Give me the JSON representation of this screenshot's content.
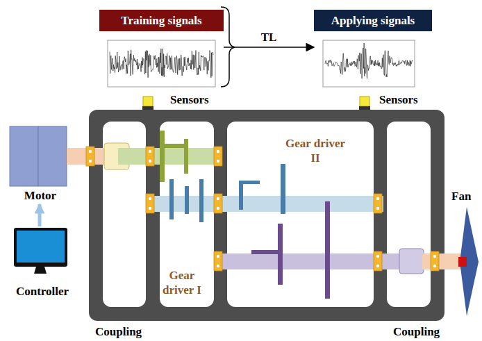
{
  "diagram": {
    "nodes": [
      {
        "text": [
          "Training signals"
        ]
      },
      {
        "text": [
          "Applying signals"
        ]
      },
      {
        "text": [
          "Motor"
        ]
      },
      {
        "text": [
          "Controller"
        ]
      }
    ],
    "edges": [
      {
        "from": 0,
        "to": 1,
        "arrow": "to",
        "label": "TL"
      },
      {
        "from": 3,
        "to": 2,
        "arrow": "to"
      }
    ],
    "labels": [
      "Sensors",
      "Sensors",
      "Gear driver II",
      "Gear driver I",
      "Fan",
      "Coupling",
      "Coupling"
    ]
  }
}
